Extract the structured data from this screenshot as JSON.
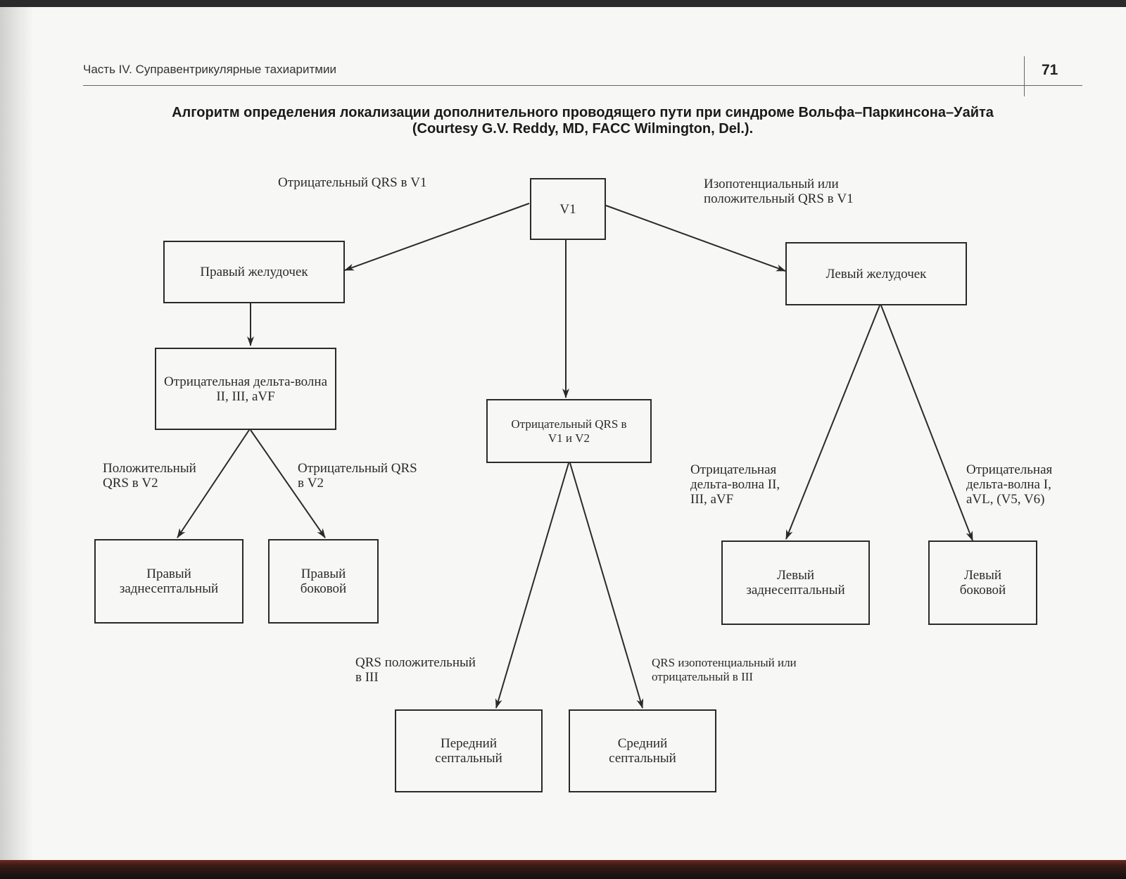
{
  "header": {
    "running_head": "Часть IV. Суправентрикулярные тахиаритмии",
    "page_number": "71"
  },
  "title": {
    "line1": "Алгоритм определения локализации дополнительного проводящего пути при синдроме Вольфа–Паркинсона–Уайта",
    "line2": "(Courtesy G.V. Reddy, MD, FACC Wilmington, Del.)."
  },
  "nodes": {
    "v1": "V1",
    "right_ventricle": "Правый желудочек",
    "left_ventricle": "Левый желудочек",
    "neg_delta_ii_iii_avf": "Отрицательная дельта-волна\nII, III, aVF",
    "neg_qrs_v1_v2": "Отрицательный QRS в\nV1 и V2",
    "right_posteroseptal": "Правый\nзаднесептальный",
    "right_lateral": "Правый\nбоковой",
    "left_posteroseptal": "Левый\nзаднесептальный",
    "left_lateral": "Левый\nбоковой",
    "anterior_septal": "Передний\nсептальный",
    "mid_septal": "Средний\nсептальный"
  },
  "edge_labels": {
    "neg_qrs_v1": "Отрицательный QRS в V1",
    "iso_pos_qrs_v1": "Изопотенциальный или\nположительный QRS в V1",
    "pos_qrs_v2": "Положительный\nQRS в V2",
    "neg_qrs_v2": "Отрицательный QRS\nв V2",
    "left_neg_delta_ii": "Отрицательная\nдельта-волна II,\nIII, aVF",
    "left_neg_delta_i": "Отрицательная\nдельта-волна I,\naVL, (V5, V6)",
    "qrs_pos_iii": "QRS положительный\nв III",
    "qrs_iso_neg_iii": "QRS изопотенциальный или\nотрицательный в III"
  },
  "colors": {
    "ink": "#2a2a2a",
    "paper": "#f7f7f5"
  }
}
